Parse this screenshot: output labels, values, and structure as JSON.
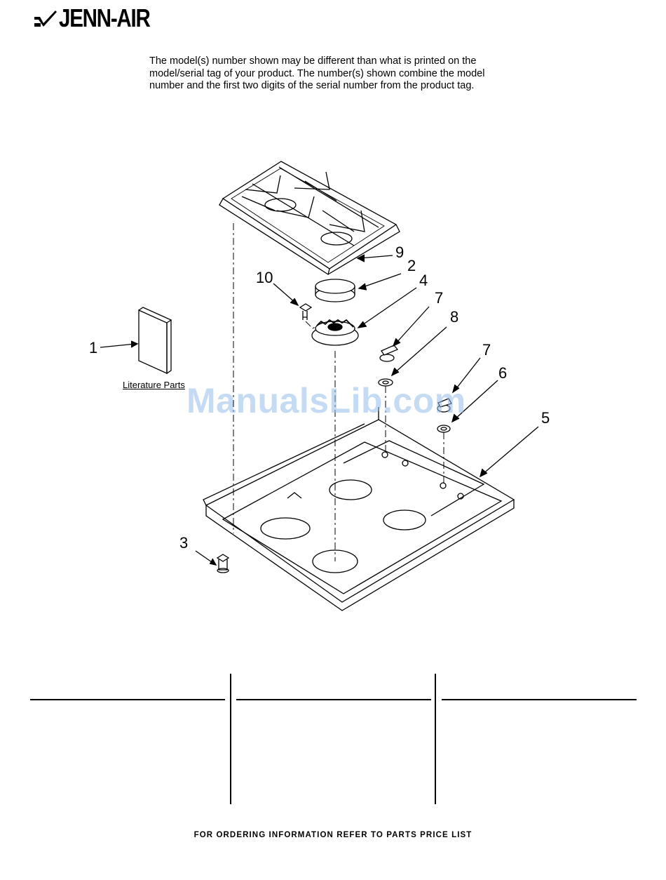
{
  "brand": {
    "name": "JENN-AIR",
    "icon": "jenn-air-logo-mark"
  },
  "notice": {
    "lines": [
      "The model(s) number shown may be different than what is printed on the",
      "model/serial tag of your product. The number(s) shown combine the model",
      "number and the first two digits of the serial number from the product tag."
    ]
  },
  "diagram": {
    "literature_label": "Literature Parts",
    "callouts": {
      "c1": "1",
      "c2": "2",
      "c3": "3",
      "c4": "4",
      "c5": "5",
      "c6": "6",
      "c7a": "7",
      "c7b": "7",
      "c8": "8",
      "c9": "9",
      "c10": "10"
    }
  },
  "watermark": "ManualsLib.com",
  "footer": {
    "text": "FOR ORDERING INFORMATION REFER TO PARTS PRICE LIST"
  }
}
